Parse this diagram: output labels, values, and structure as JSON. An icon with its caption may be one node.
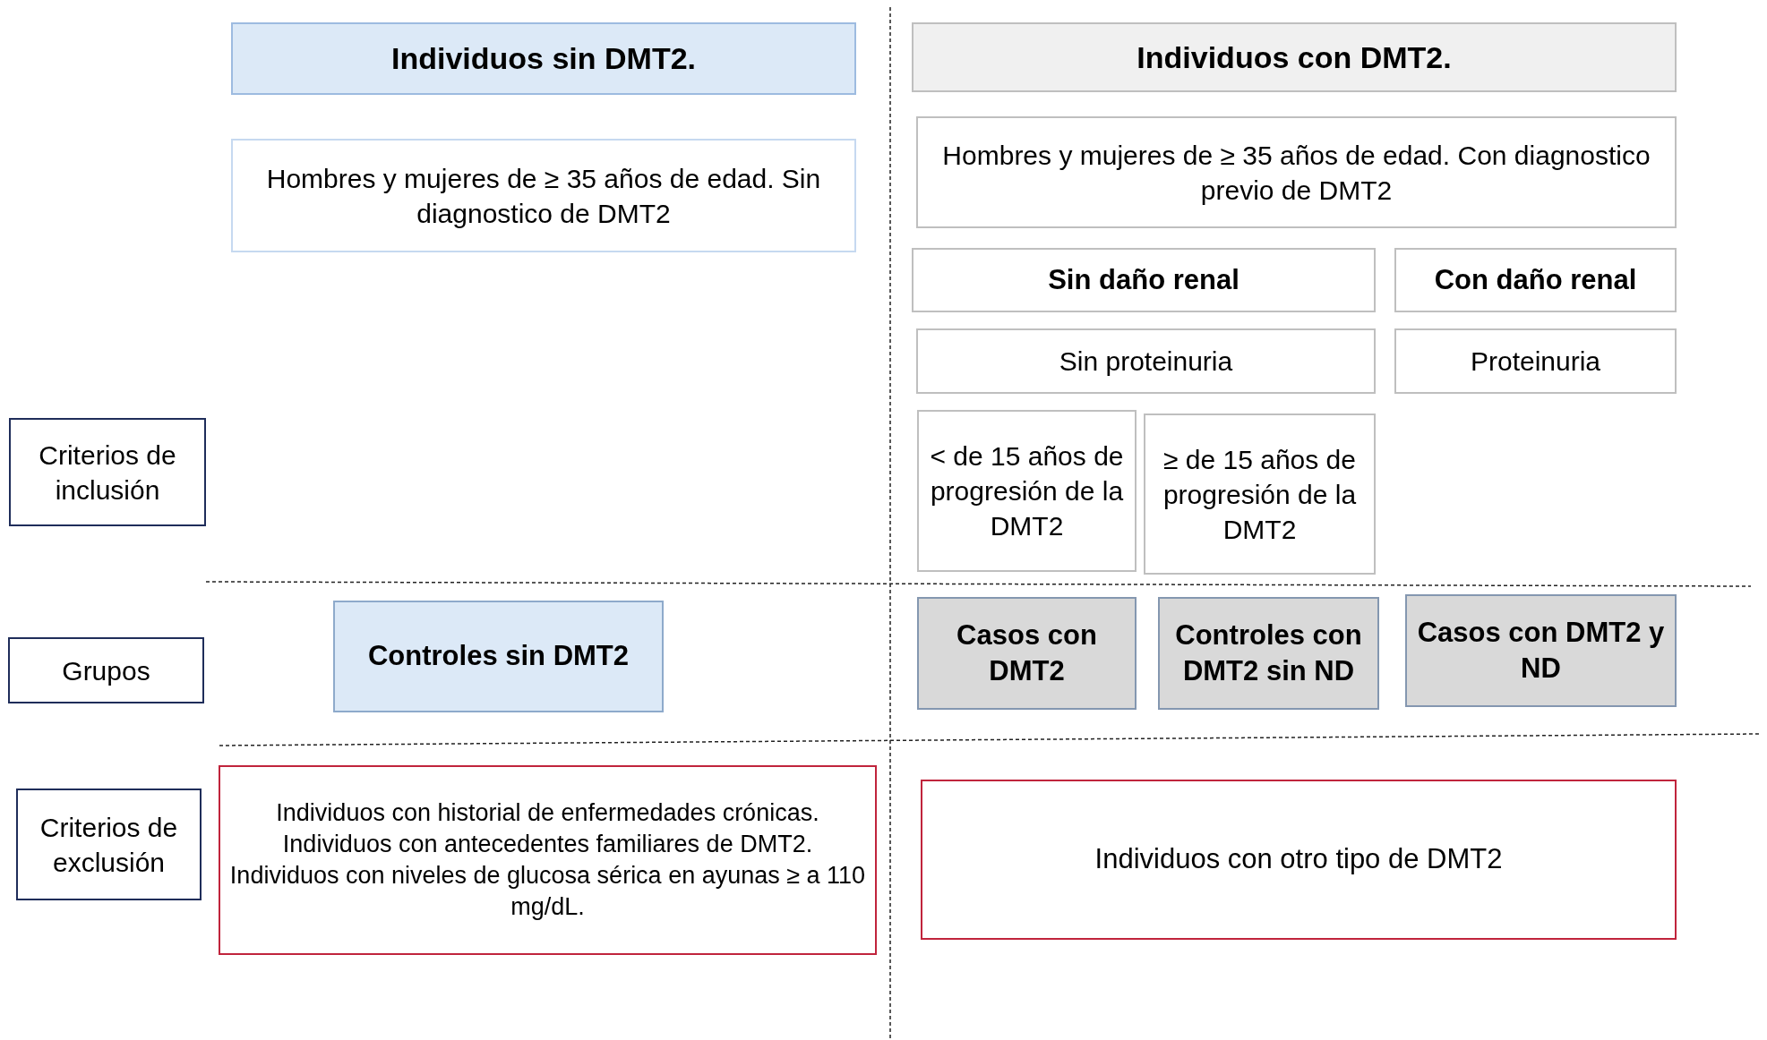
{
  "diagram": {
    "nodes": [
      {
        "text": [
          "Individuos sin DMT2."
        ]
      },
      {
        "text": [
          "Individuos con DMT2."
        ]
      },
      {
        "text": [
          "Hombres y mujeres de ≥ 35 años de edad. Sin diagnostico de DMT2"
        ]
      },
      {
        "text": [
          "Hombres y mujeres de ≥ 35 años de edad. Con diagnostico previo de DMT2"
        ]
      },
      {
        "text": [
          "Sin daño renal"
        ]
      },
      {
        "text": [
          "Con daño renal"
        ]
      },
      {
        "text": [
          "Sin proteinuria"
        ]
      },
      {
        "text": [
          "Proteinuria"
        ]
      },
      {
        "text": [
          "< de 15 años de progresión de la DMT2"
        ]
      },
      {
        "text": [
          "≥ de 15 años de progresión de la DMT2"
        ]
      },
      {
        "text": [
          "Criterios de inclusión"
        ]
      },
      {
        "text": [
          "Grupos"
        ]
      },
      {
        "text": [
          "Controles sin DMT2"
        ]
      },
      {
        "text": [
          "Casos con DMT2"
        ]
      },
      {
        "text": [
          "Controles con DMT2 sin ND"
        ]
      },
      {
        "text": [
          "Casos con DMT2 y ND"
        ]
      },
      {
        "text": [
          "Criterios de exclusión"
        ]
      },
      {
        "text": [
          "Individuos con historial de enfermedades crónicas. Individuos con antecedentes familiares de DMT2. Individuos con niveles de glucosa sérica en ayunas ≥ a 110 mg/dL."
        ]
      },
      {
        "text": [
          "Individuos con otro tipo de DMT2"
        ]
      }
    ],
    "edges": []
  }
}
